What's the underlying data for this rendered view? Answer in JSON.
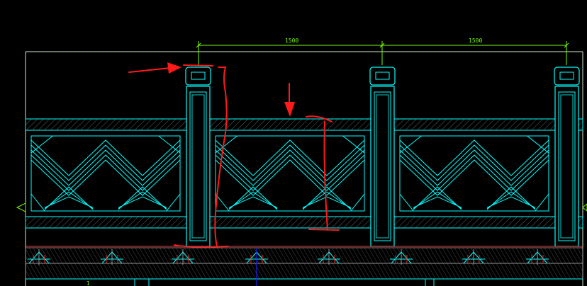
{
  "canvas": {
    "background": "#000000"
  },
  "colors": {
    "outline": "#00FFFF",
    "dimension": "#7CFC00",
    "markup": "#FF1A1A",
    "hatch": "#8a8a8a",
    "axis": "#2020FF"
  },
  "dimensions": {
    "span_left": "1500",
    "span_right": "1500"
  },
  "footer": {
    "marker": "1"
  }
}
